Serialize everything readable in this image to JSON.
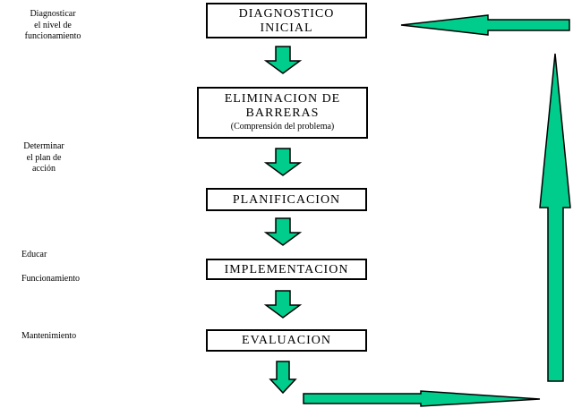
{
  "colors": {
    "arrow_fill": "#00cc8c",
    "arrow_stroke": "#000000",
    "box_border": "#000000"
  },
  "steps": [
    {
      "lines": [
        "DIAGNOSTICO",
        "INICIAL"
      ],
      "sub": ""
    },
    {
      "lines": [
        "ELIMINACION  DE",
        "BARRERAS"
      ],
      "sub": "(Comprensión  del  problema)"
    },
    {
      "lines": [
        "PLANIFICACION"
      ],
      "sub": ""
    },
    {
      "lines": [
        "IMPLEMENTACION"
      ],
      "sub": ""
    },
    {
      "lines": [
        "EVALUACION"
      ],
      "sub": ""
    }
  ],
  "side_labels": [
    {
      "lines": [
        "Diagnosticar",
        "el  nivel  de",
        "funcionamiento"
      ]
    },
    {
      "lines": [
        "Determinar",
        "el  plan  de",
        "acción"
      ]
    },
    {
      "lines": [
        "Educar"
      ]
    },
    {
      "lines": [
        "Funcionamiento"
      ]
    },
    {
      "lines": [
        "Mantenimiento"
      ]
    }
  ],
  "arrows": {
    "down": [
      "down-arrow-1",
      "down-arrow-2",
      "down-arrow-3",
      "down-arrow-4",
      "down-arrow-5"
    ],
    "loop": [
      "bottom-right-arrow",
      "right-up-arrow",
      "top-left-arrow"
    ]
  }
}
